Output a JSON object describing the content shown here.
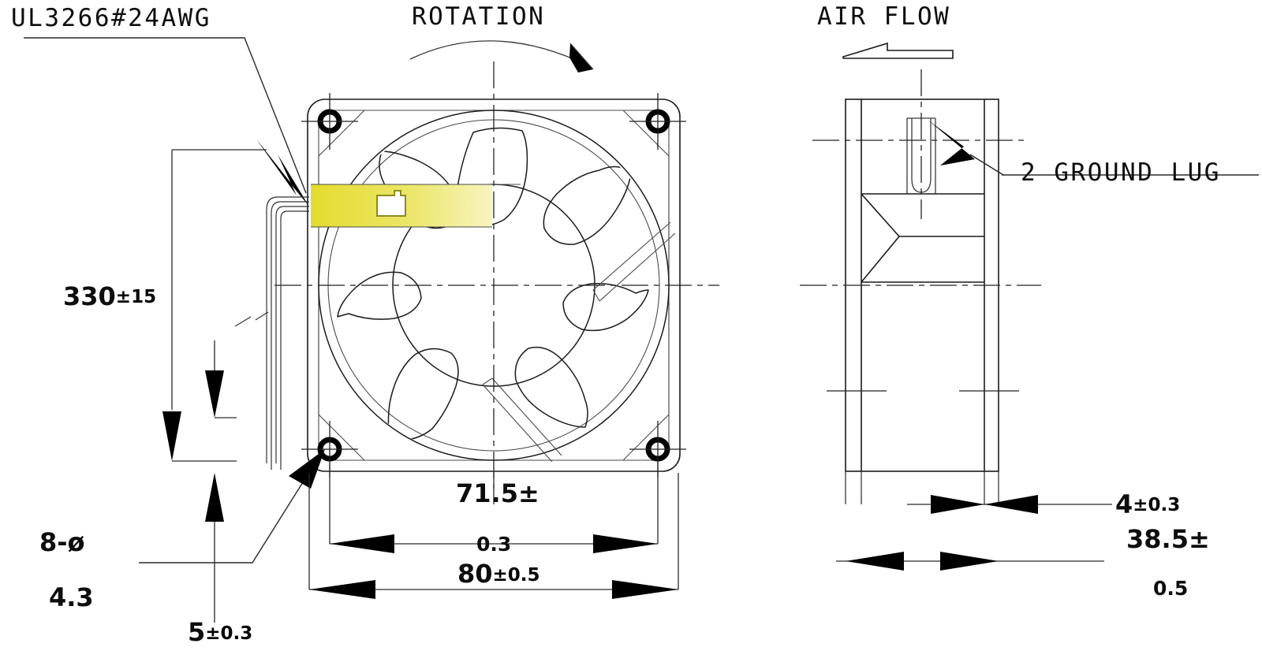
{
  "drawing": {
    "type": "engineering-drawing",
    "subject": "80mm axial cooling fan — front view and side view",
    "background_color": "#ffffff",
    "line_color": "#1a1a1a",
    "highlight_color": "#e8e03a"
  },
  "labels": {
    "wire_spec": "UL3266#24AWG",
    "rotation": "ROTATION",
    "air_flow": "AIR FLOW",
    "ground_lug": "2 GROUND LUG"
  },
  "dimensions": {
    "wire_length": {
      "value": "330",
      "tolerance": "±15"
    },
    "hole_callout_line1": "8-ø",
    "hole_callout_line2": "4.3",
    "wire_exit": {
      "value": "5",
      "tolerance": "±0.3"
    },
    "hole_pitch": {
      "value": "71.5±",
      "tolerance_wrap": "0.3"
    },
    "frame_width": {
      "value": "80",
      "tolerance": "±0.5"
    },
    "flange_thickness": {
      "value": "4",
      "tolerance": "±0.3"
    },
    "depth": {
      "value": "38.5±",
      "tolerance_wrap": "0.5"
    }
  },
  "icons": {
    "rotation_arc": "curved-arrow-icon",
    "airflow_arrow": "left-arrow-outline-icon",
    "label_tag": "tag-icon"
  },
  "views": {
    "front": {
      "name": "front-view",
      "mounting_holes": 4,
      "blades": 7
    },
    "side": {
      "name": "side-view",
      "features": [
        "ground-lug-slot",
        "hub-profile"
      ]
    }
  }
}
